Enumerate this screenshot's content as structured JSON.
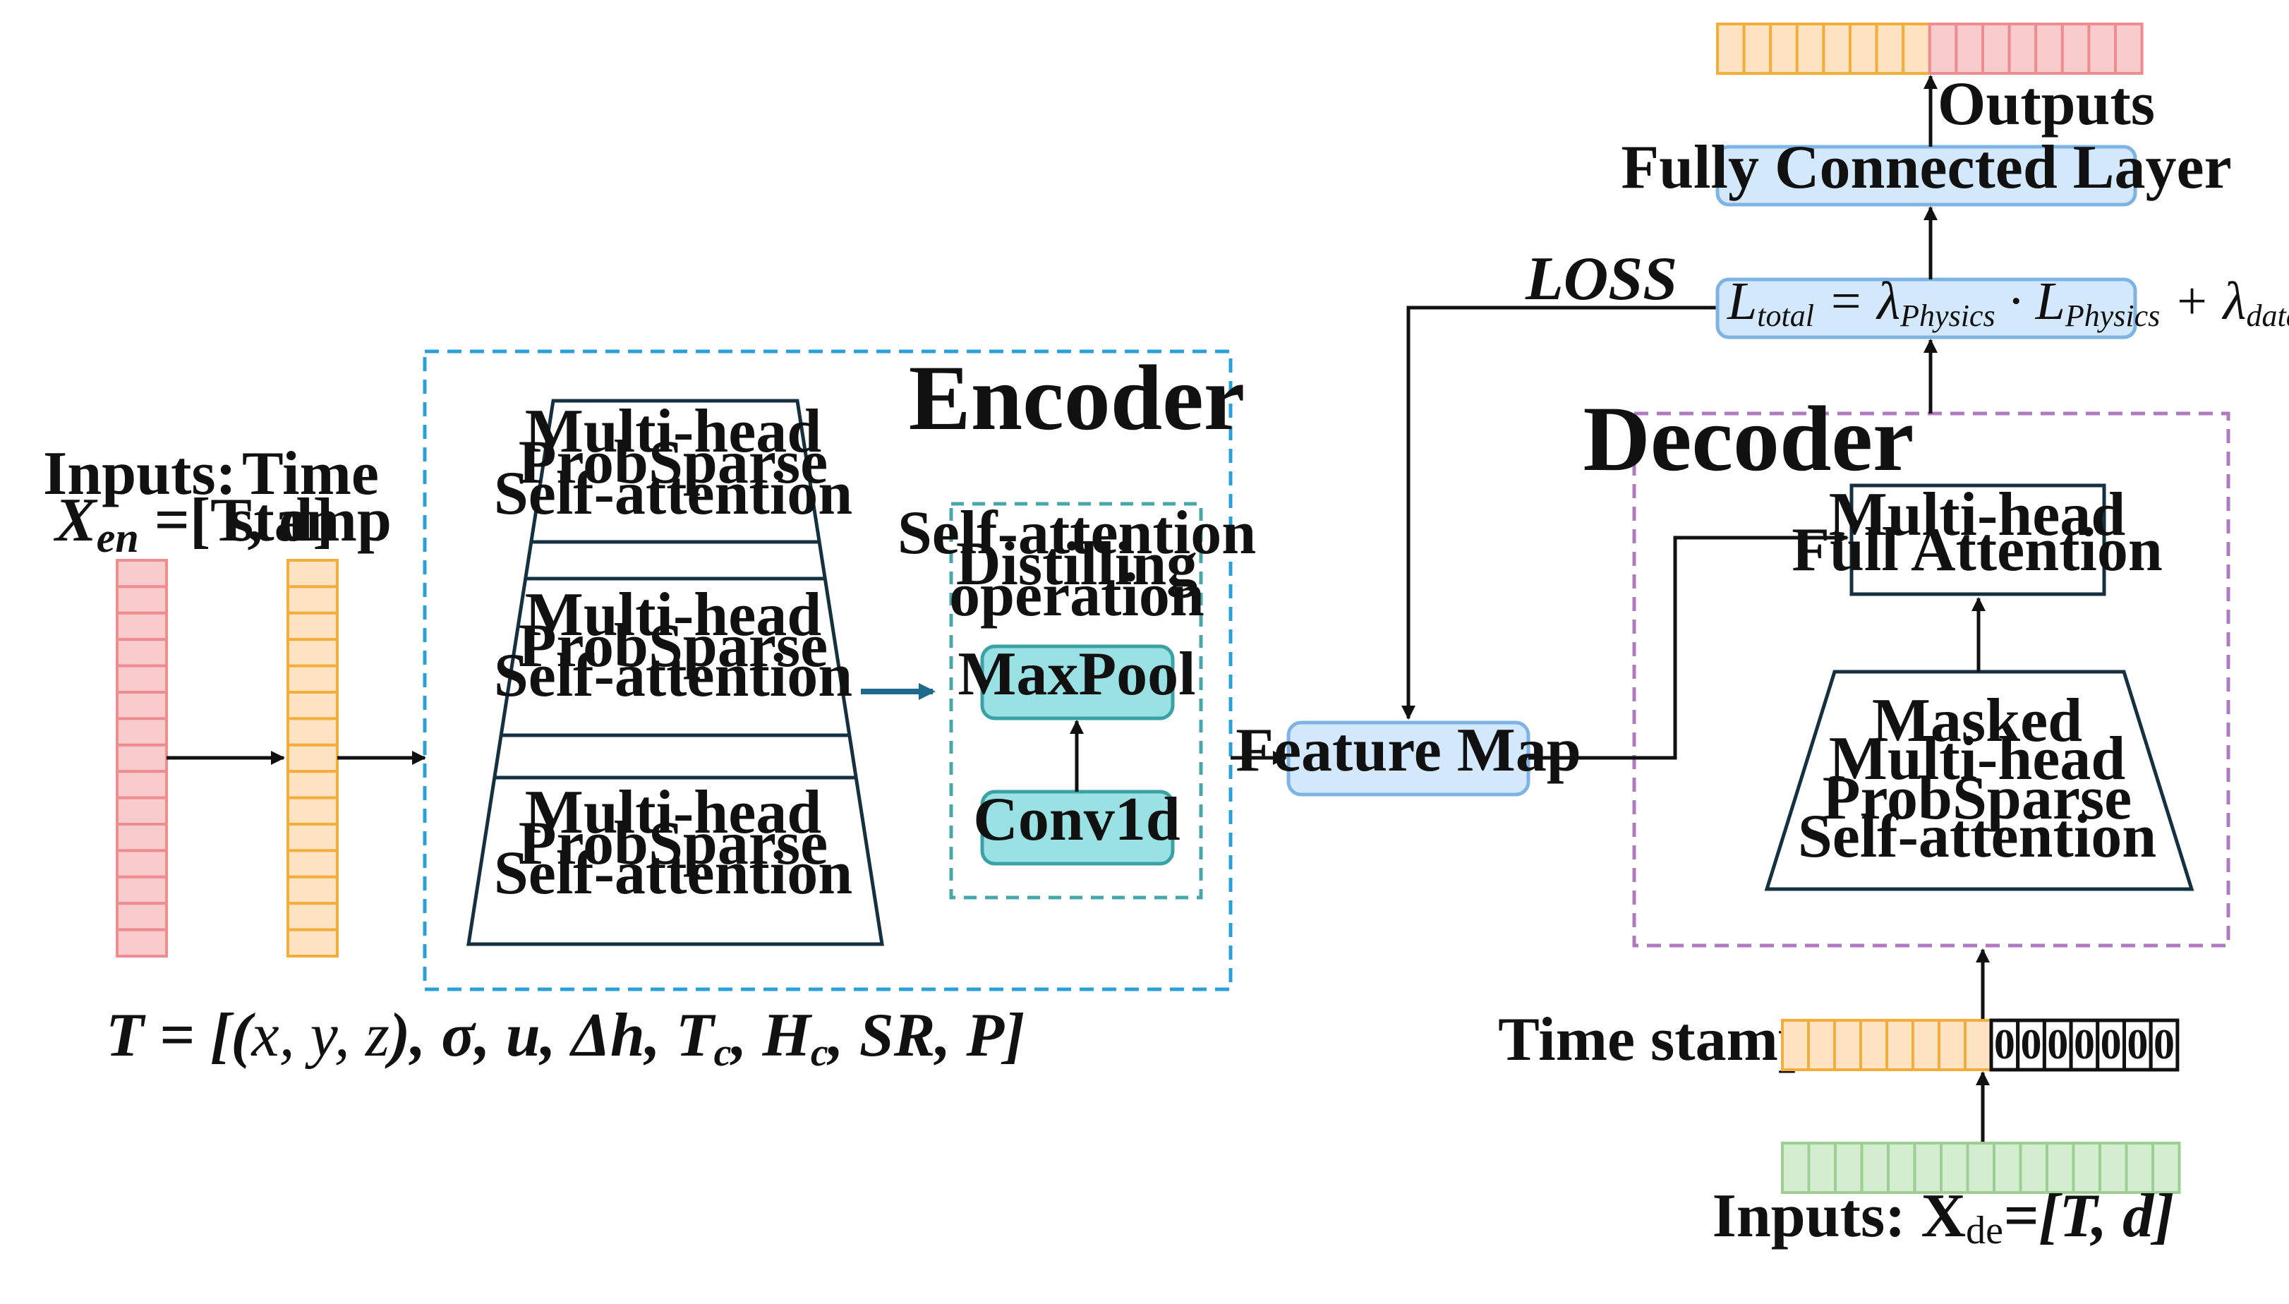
{
  "inputs": {
    "title": "Inputs:",
    "x_en": "X",
    "x_en_sub": "en",
    "x_en_eq": " =[T, d]"
  },
  "time_stamp": {
    "line1": "Time",
    "line2": "stamp"
  },
  "encoder": {
    "title": "Encoder",
    "block_line1": "Multi-head",
    "block_line2": "ProbSparse",
    "block_line3": "Self-attention",
    "distill_line1": "Self-attention",
    "distill_line2": "Distilling",
    "distill_line3": "operation",
    "maxpool": "MaxPool",
    "conv1d": "Conv1d"
  },
  "t_def": {
    "prefix": "T = [(",
    "xyz": "x, y, z",
    "rest": "), σ, u, Δh, T",
    "tc_sub": "c",
    "h": ", H",
    "hc_sub": "c",
    "tail": ", SR, P]"
  },
  "feature_map": "Feature Map",
  "loss": {
    "label": "LOSS",
    "L": "L",
    "total": "total",
    "eq": " = λ",
    "physics": "Physics",
    "dot": " · L",
    "plus": " + λ",
    "data": "data"
  },
  "fully_connected": "Fully Connected Layer",
  "outputs": "Outputs",
  "decoder": {
    "title": "Decoder",
    "full_attn_line1": "Multi-head",
    "full_attn_line2": "Full Attention",
    "masked_line1": "Masked",
    "masked_line2": "Multi-head",
    "masked_line3": "ProbSparse",
    "masked_line4": "Self-attention"
  },
  "dec_time_stamp": "Time stamp",
  "zeros": [
    "0",
    "0",
    "0",
    "0",
    "0",
    "0",
    "0"
  ],
  "dec_inputs": {
    "prefix": "Inputs: X",
    "sub": "de",
    "eq": "=[T, d]"
  },
  "colors": {
    "red_fill": "#f8cbcd",
    "red_stroke": "#ee8c8f",
    "orange_fill": "#fde3c2",
    "orange_stroke": "#f2ad3b",
    "green_fill": "#d4ecd0",
    "green_stroke": "#9dcf95",
    "teal_fill": "#99e1e3",
    "teal_stroke": "#3aa2a4",
    "blue_fill": "#d4e8fb",
    "blue_stroke": "#7eb3e6",
    "encoder_dash": "#2a9fd8",
    "distill_dash": "#48a7aa",
    "decoder_dash": "#b07ac2",
    "dark": "#153041"
  }
}
